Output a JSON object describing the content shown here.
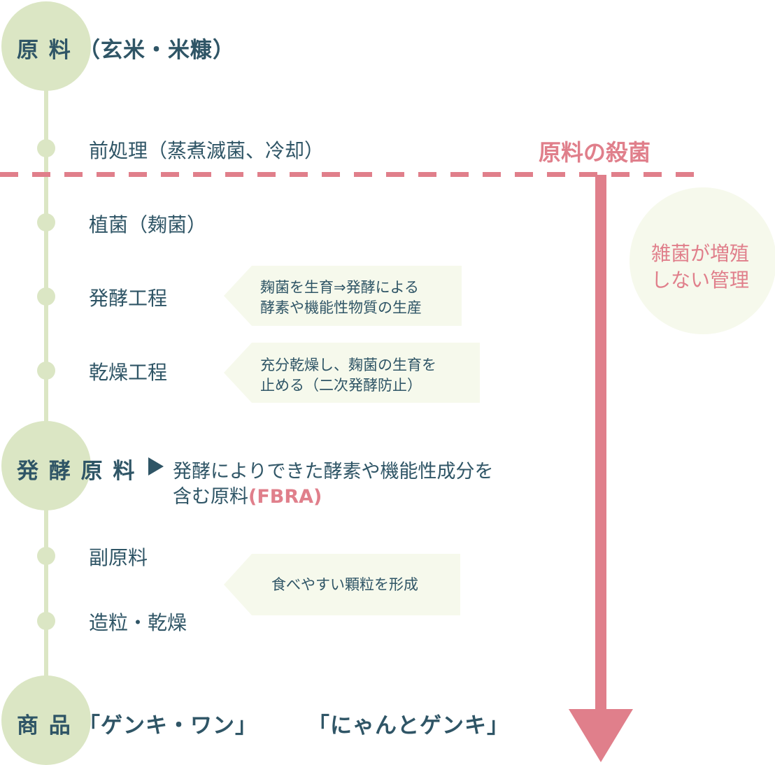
{
  "raw_material": {
    "label": "原 料",
    "sub": "（玄米・米糠）"
  },
  "steps": {
    "pretreatment": "前処理（蒸煮滅菌、冷却）",
    "inoculation": "植菌（麹菌）",
    "fermentation": "発酵工程",
    "drying": "乾燥工程",
    "secondary": "副原料",
    "granulation": "造粒・乾燥"
  },
  "sterilization_label": "原料の殺菌",
  "side_note": {
    "line1": "雑菌が増殖",
    "line2": "しない管理"
  },
  "notes": {
    "fermentation": {
      "line1": "麹菌を生育⇒発酵による",
      "line2": "酵素や機能性物質の生産"
    },
    "drying": {
      "line1": "充分乾燥し、麹菌の生育を",
      "line2": "止める（二次発酵防止）"
    },
    "granulation": {
      "line1": "食べやすい顆粒を形成"
    }
  },
  "fermented_material": {
    "label": "発 酵 原 料",
    "arrow_icon": "triangle-right-icon",
    "desc_line1": "発酵によりできた酵素や機能性成分を",
    "desc_line2": "含む原料",
    "abbr": "(FBRA)"
  },
  "product": {
    "label": "商 品",
    "name1": "「ゲンキ・ワン」",
    "name2": "「にゃんとゲンキ」"
  },
  "colors": {
    "accent_pink": "#e07f8b",
    "node_green": "#dbe6c4",
    "text_dark": "#2f5566",
    "note_bg": "#f6f9ec"
  }
}
